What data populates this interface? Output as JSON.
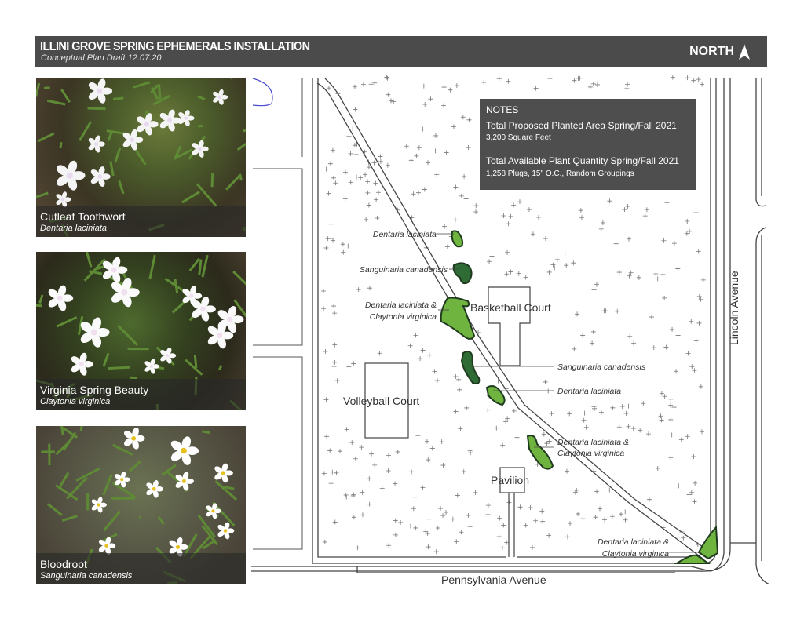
{
  "header": {
    "title": "ILLINI GROVE SPRING EPHEMERALS INSTALLATION",
    "subtitle": "Conceptual Plan Draft 12.07.20",
    "north_label": "NORTH",
    "north_icon": "north-arrow-icon"
  },
  "photos": [
    {
      "common": "Cutleaf Toothwort",
      "scientific": "Dentaria laciniata"
    },
    {
      "common": "Virginia Spring Beauty",
      "scientific": "Claytonia virginica"
    },
    {
      "common": "Bloodroot",
      "scientific": "Sanguinaria canadensis"
    }
  ],
  "notes": {
    "heading": "NOTES",
    "line1": "Total Proposed Planted Area Spring/Fall 2021",
    "line1_detail": "3,200 Square Feet",
    "line2": "Total Available Plant Quantity Spring/Fall 2021",
    "line2_detail": "1,258 Plugs, 15\" O.C., Random Groupings"
  },
  "map": {
    "features": {
      "basketball": "Basketball Court",
      "volleyball": "Volleyball Court",
      "pavilion": "Pavilion"
    },
    "streets": {
      "lincoln": "Lincoln Avenue",
      "pennsylvania": "Pennsylvania Avenue"
    },
    "plantings": [
      {
        "label1": "Dentaria laciniata",
        "label2": ""
      },
      {
        "label1": "Sanguinaria canadensis",
        "label2": ""
      },
      {
        "label1": "Dentaria laciniata &",
        "label2": "Claytonia virginica"
      },
      {
        "label1": "Sanguinaria canadensis",
        "label2": ""
      },
      {
        "label1": "Dentaria laciniata",
        "label2": ""
      },
      {
        "label1": "Dentaria laciniata &",
        "label2": "Claytonia virginica"
      },
      {
        "label1": "Dentaria laciniata &",
        "label2": "Claytonia virginica"
      }
    ],
    "colors": {
      "light_green": "#6fb43f",
      "dark_green": "#2f6b34",
      "outline": "#1f3a1f"
    }
  }
}
